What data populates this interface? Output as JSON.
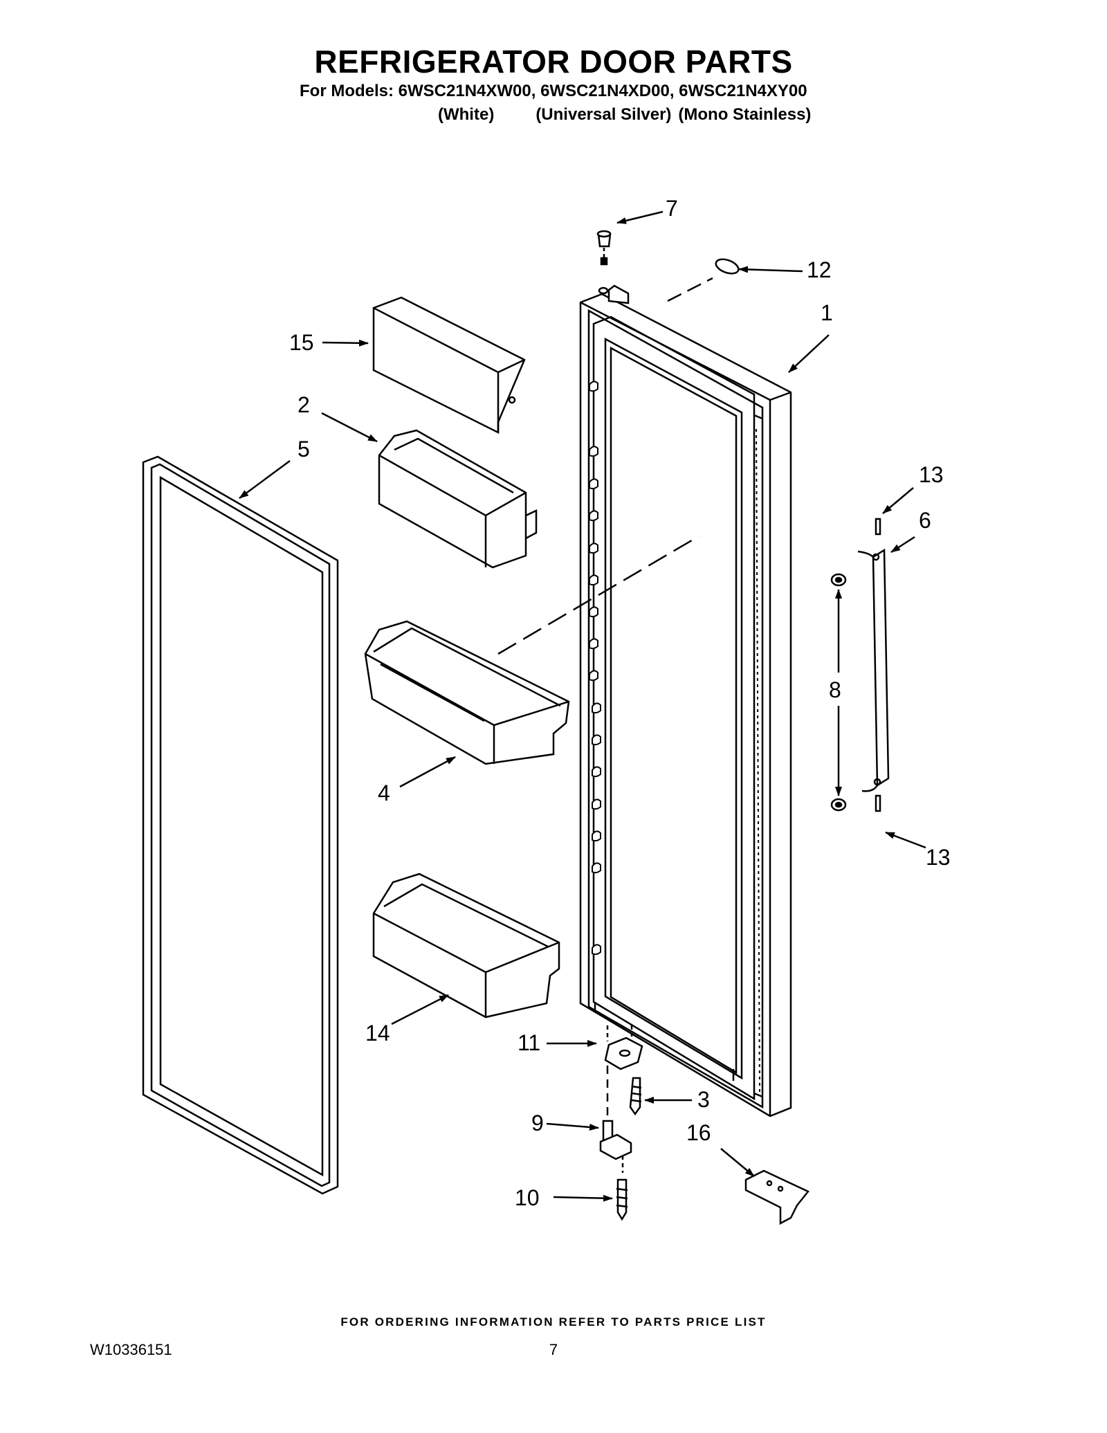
{
  "header": {
    "title": "REFRIGERATOR DOOR PARTS",
    "models_line": "For Models: 6WSC21N4XW00, 6WSC21N4XD00, 6WSC21N4XY00",
    "variants": [
      "(White)",
      "(Universal Silver)",
      "(Mono Stainless)"
    ]
  },
  "callouts": [
    {
      "id": "c7",
      "label": "7"
    },
    {
      "id": "c12",
      "label": "12"
    },
    {
      "id": "c1",
      "label": "1"
    },
    {
      "id": "c15",
      "label": "15"
    },
    {
      "id": "c2",
      "label": "2"
    },
    {
      "id": "c5",
      "label": "5"
    },
    {
      "id": "c13a",
      "label": "13"
    },
    {
      "id": "c6",
      "label": "6"
    },
    {
      "id": "c8",
      "label": "8"
    },
    {
      "id": "c4",
      "label": "4"
    },
    {
      "id": "c13b",
      "label": "13"
    },
    {
      "id": "c14",
      "label": "14"
    },
    {
      "id": "c11",
      "label": "11"
    },
    {
      "id": "c3",
      "label": "3"
    },
    {
      "id": "c9",
      "label": "9"
    },
    {
      "id": "c16",
      "label": "16"
    },
    {
      "id": "c10",
      "label": "10"
    }
  ],
  "footer": {
    "note": "FOR ORDERING INFORMATION REFER TO PARTS PRICE LIST",
    "doc_number": "W10336151",
    "page_number": "7"
  }
}
